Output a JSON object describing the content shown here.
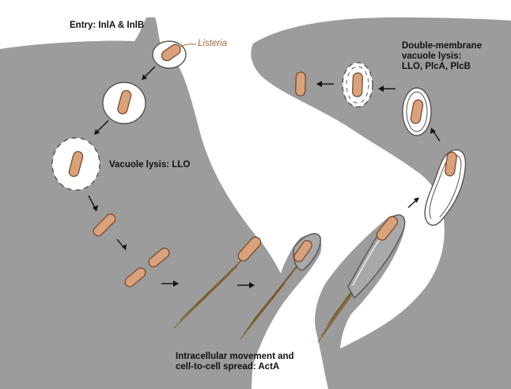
{
  "labels": {
    "entry": "Entry: InlA & InlB",
    "listeria": "Listeria",
    "vacuole_lysis": "Vacuole lysis: LLO",
    "double_membrane": "Double-membrane\nvacuole lysis:\nLLO, PlcA, PlcB",
    "spread": "Intracellular movement and\ncell-to-cell spread: ActA"
  },
  "colors": {
    "cell_fill": "#9c9c9c",
    "bacterium_fill": "#d9a27c",
    "bacterium_stroke": "#7a4a2a",
    "actin_tail": "#7a5a2a",
    "vacuole_fill": "#ffffff"
  }
}
